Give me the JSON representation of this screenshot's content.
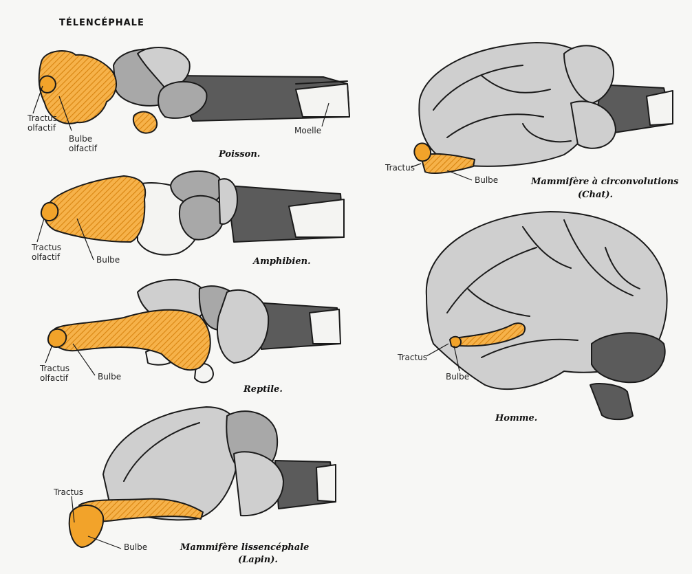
{
  "title": "TÉLENCÉPHALE",
  "figures": {
    "poisson": {
      "caption": "Poisson.",
      "labels": {
        "tractus": [
          "Tractus",
          "olfactif"
        ],
        "bulbe": [
          "Bulbe",
          "olfactif"
        ],
        "moelle": "Moelle"
      }
    },
    "amphibien": {
      "caption": "Amphibien.",
      "labels": {
        "tractus": [
          "Tractus",
          "olfactif"
        ],
        "bulbe": "Bulbe"
      }
    },
    "reptile": {
      "caption": "Reptile.",
      "labels": {
        "tractus": [
          "Tractus",
          "olfactif"
        ],
        "bulbe": "Bulbe"
      }
    },
    "lapin": {
      "caption": [
        "Mammifère lissencéphale",
        "(Lapin)."
      ],
      "labels": {
        "tractus": "Tractus",
        "bulbe": "Bulbe"
      }
    },
    "chat": {
      "caption": [
        "Mammifère à circonvolutions",
        "(Chat)."
      ],
      "labels": {
        "tractus": "Tractus",
        "bulbe": "Bulbe"
      }
    },
    "homme": {
      "caption": "Homme.",
      "labels": {
        "tractus": "Tractus",
        "bulbe": "Bulbe"
      }
    }
  },
  "colors": {
    "highlight": "#f2a32a",
    "background": "#f7f7f5"
  }
}
